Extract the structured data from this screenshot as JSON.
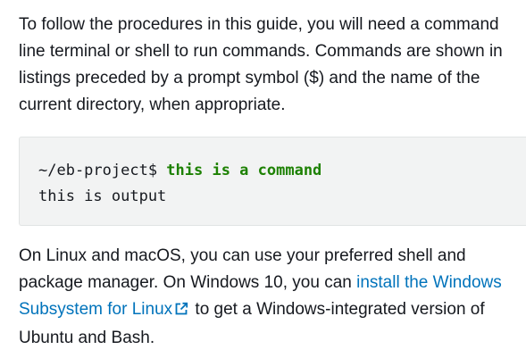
{
  "intro": {
    "text": "To follow the procedures in this guide, you will need a command line terminal or shell to run commands. Commands are shown in listings preceded by a prompt symbol ($) and the name of the current directory, when appropriate."
  },
  "code": {
    "prompt": "~/eb-project$ ",
    "command": "this is a command",
    "output": "this is output"
  },
  "outro": {
    "before_link": "On Linux and macOS, you can use your preferred shell and package manager. On Windows 10, you can ",
    "link_text": "install the Windows Subsystem for Linux",
    "after_link": " to get a Windows-integrated version of Ubuntu and Bash."
  },
  "icons": {
    "external_link": "external-link-icon"
  },
  "colors": {
    "text": "#16191f",
    "link": "#0073bb",
    "command": "#1d8102",
    "code_background": "#f2f3f3"
  }
}
